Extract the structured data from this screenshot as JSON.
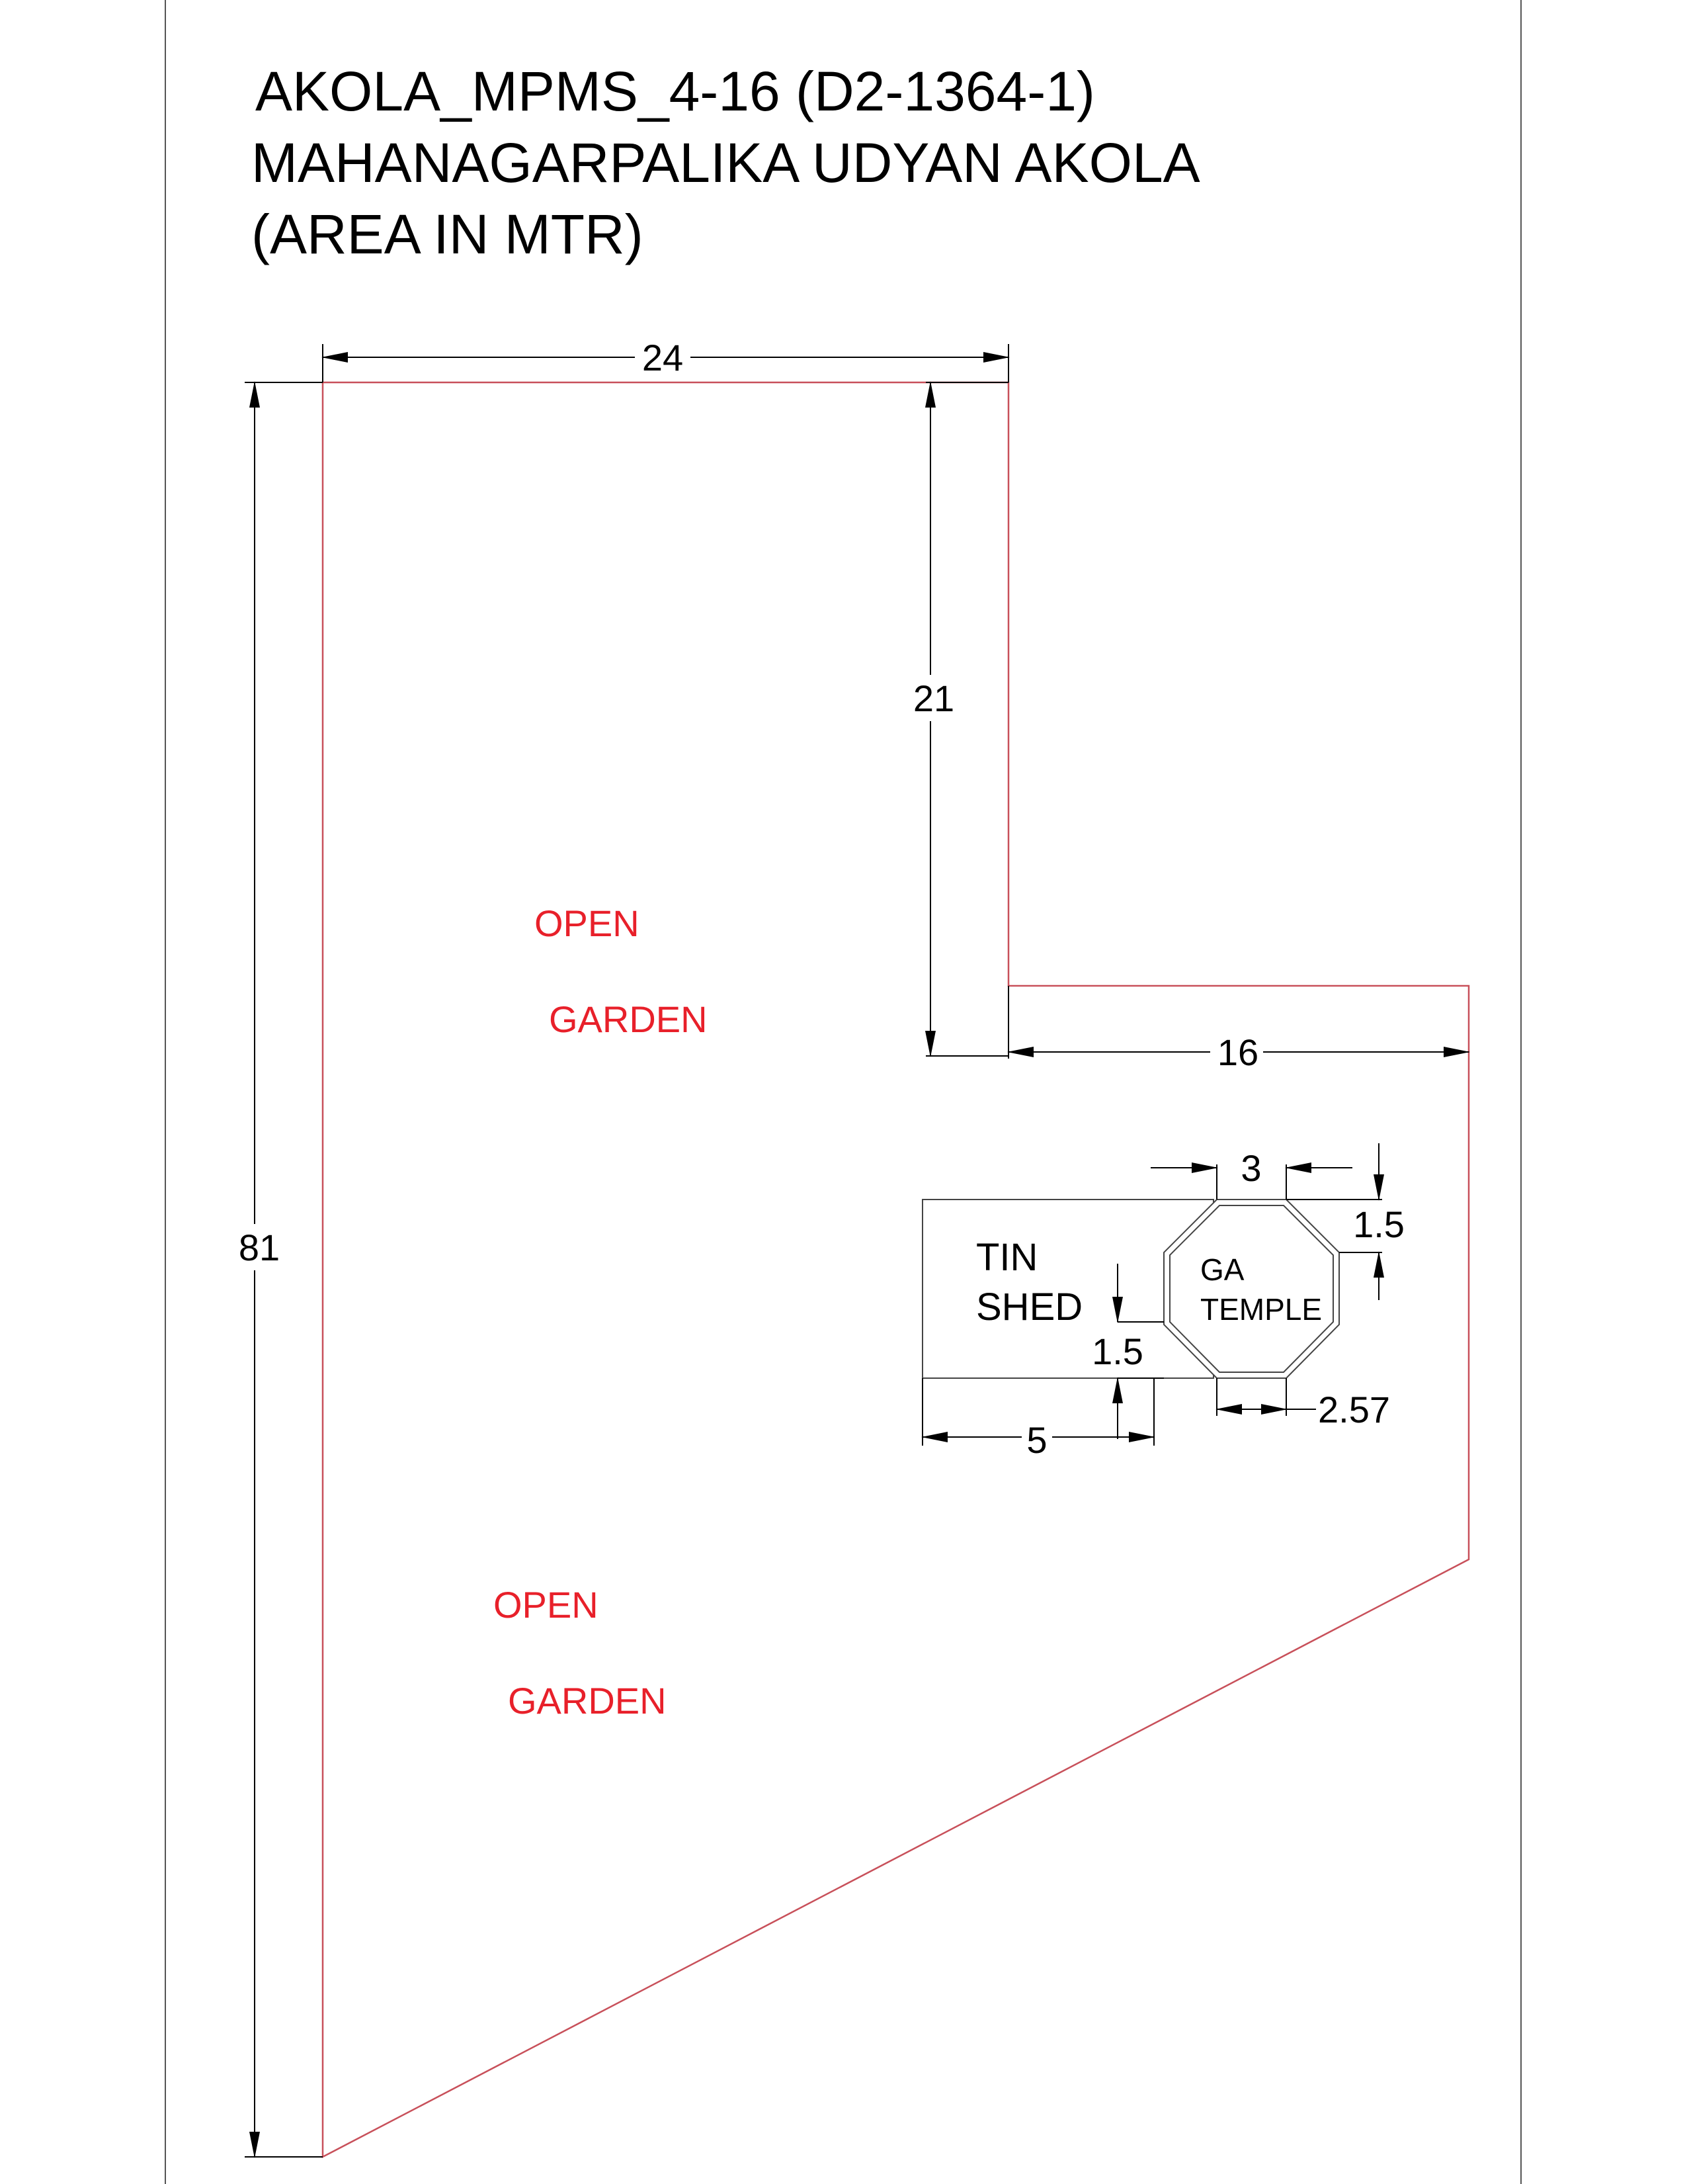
{
  "header": {
    "title_line1": "AKOLA_MPMS_4-16 (D2-1364-1)",
    "title_line2": "MAHANAGARPALIKA UDYAN AKOLA",
    "title_line3": "(AREA IN MTR)"
  },
  "dimensions": {
    "top_width": "24",
    "upper_right_height": "21",
    "total_height": "81",
    "step_width": "16",
    "temple_side": "3",
    "temple_offset_v": "1.5",
    "shed_offset": "1.5",
    "shed_width": "5",
    "temple_diag": "2.57"
  },
  "labels": {
    "open_1": "OPEN",
    "garden_1": "GARDEN",
    "open_2": "OPEN",
    "garden_2": "GARDEN",
    "tin": "TIN",
    "shed": "SHED",
    "ga": "GA",
    "temple": "TEMPLE"
  },
  "colors": {
    "boundary": "#c8505a",
    "label_red": "#e8202a",
    "ink": "#000000"
  }
}
